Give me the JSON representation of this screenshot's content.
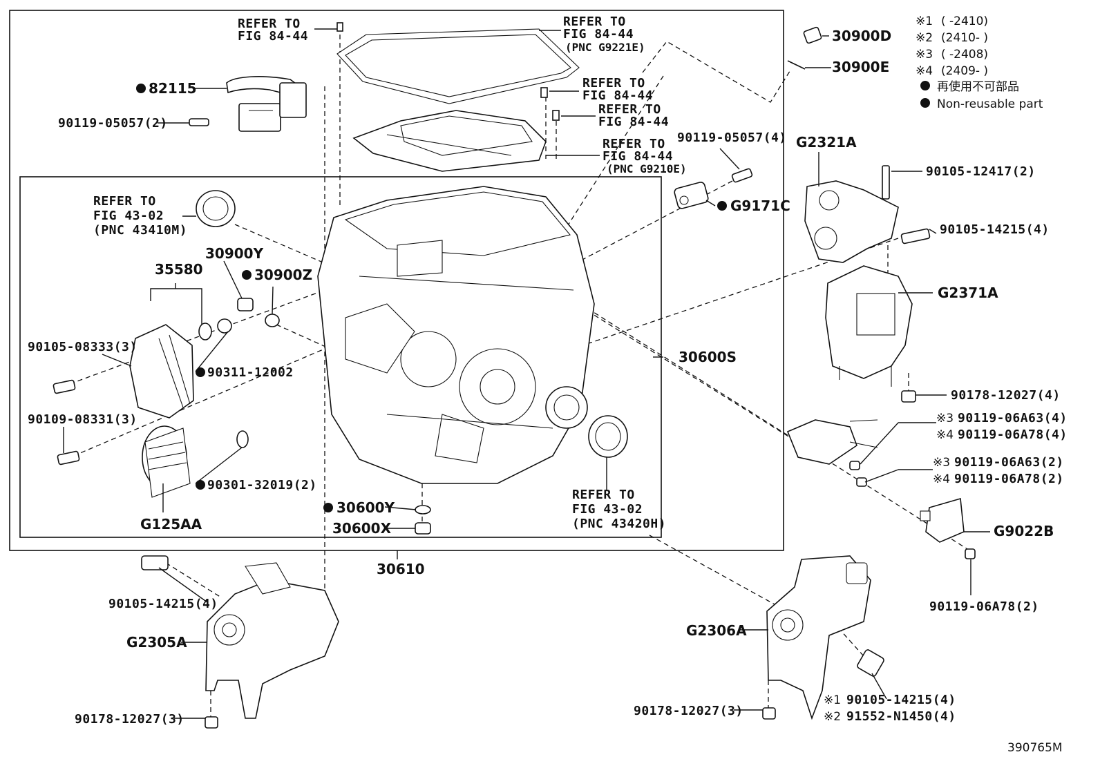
{
  "diagram": {
    "illustration_id": "390765M",
    "legend": {
      "notes": [
        {
          "mark": "※1",
          "range": "(      -2410)"
        },
        {
          "mark": "※2",
          "range": "(2410-      )"
        },
        {
          "mark": "※3",
          "range": "(      -2408)"
        },
        {
          "mark": "※4",
          "range": "(2409-      )"
        }
      ],
      "non_reusable_jp": "再使用不可部品",
      "non_reusable_en": "Non-reusable part"
    },
    "refer_labels": {
      "r1_line1": "REFER TO",
      "r1_line2": "FIG 84-44",
      "r2_line1": "REFER TO",
      "r2_line2": "FIG 84-44",
      "r2_line3": "(PNC G9221E)",
      "r3_line1": "REFER TO",
      "r3_line2": "FIG 84-44",
      "r4_line1": "REFER TO",
      "r4_line2": "FIG 84-44",
      "r5_line1": "REFER TO",
      "r5_line2": "FIG 84-44",
      "r5_line3": "(PNC G9210E)",
      "r6_line1": "REFER TO",
      "r6_line2": "FIG 43-02",
      "r6_line3": "(PNC 43410M)",
      "r7_line1": "REFER TO",
      "r7_line2": "FIG 43-02",
      "r7_line3": "(PNC 43420H)"
    },
    "parts": {
      "p82115": "82115",
      "p90119_05057_2": "90119-05057(2)",
      "p30900D": "30900D",
      "p30900E": "30900E",
      "p90119_05057_4": "90119-05057(4)",
      "pG9171C": "G9171C",
      "pG2321A": "G2321A",
      "p90105_12417_2": "90105-12417(2)",
      "p90105_14215_4_r": "90105-14215(4)",
      "pG2371A": "G2371A",
      "p30600S": "30600S",
      "p90178_12027_4": "90178-12027(4)",
      "n3a": "※3",
      "p90119_06A63_4": "90119-06A63(4)",
      "n4a": "※4",
      "p90119_06A78_4": "90119-06A78(4)",
      "n3b": "※3",
      "p90119_06A63_2": "90119-06A63(2)",
      "n4b": "※4",
      "p90119_06A78_2": "90119-06A78(2)",
      "pG9022B": "G9022B",
      "p90119_06A78_2b": "90119-06A78(2)",
      "p30900Y": "30900Y",
      "p30900Z": "30900Z",
      "p35580": "35580",
      "p90105_08333_3": "90105-08333(3)",
      "p90311_12002": "90311-12002",
      "p90109_08331_3": "90109-08331(3)",
      "p90301_32019_2": "90301-32019(2)",
      "pG125AA": "G125AA",
      "p30600Y": "30600Y",
      "p30600X": "30600X",
      "p30610": "30610",
      "p90105_14215_4_l": "90105-14215(4)",
      "pG2305A": "G2305A",
      "p90178_12027_3_l": "90178-12027(3)",
      "pG2306A": "G2306A",
      "p90178_12027_3_r": "90178-12027(3)",
      "n1": "※1",
      "p90105_14215_4_b": "90105-14215(4)",
      "n2": "※2",
      "p91552_N1450_4": "91552-N1450(4)"
    }
  }
}
